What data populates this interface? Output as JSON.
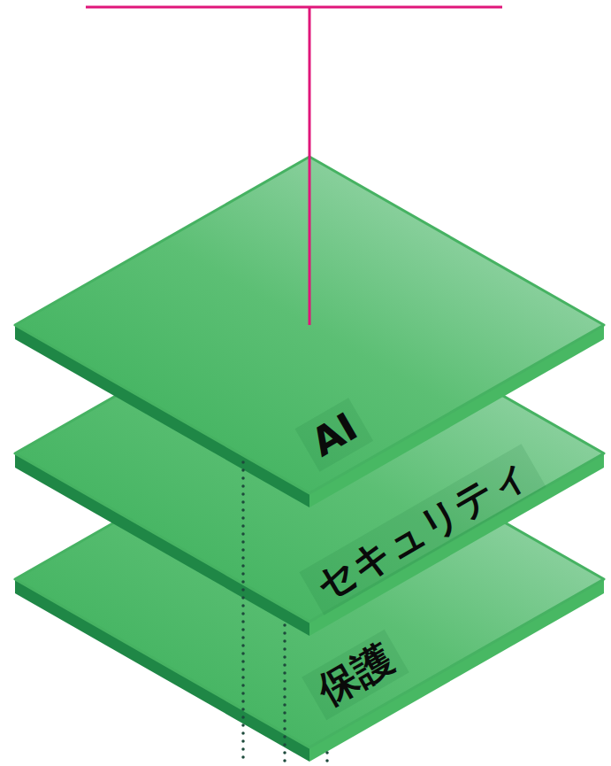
{
  "diagram": {
    "nodes": [
      {
        "text": [
          "AI"
        ]
      },
      {
        "text": [
          "セキュリティ"
        ]
      },
      {
        "text": [
          "保護"
        ]
      }
    ]
  }
}
